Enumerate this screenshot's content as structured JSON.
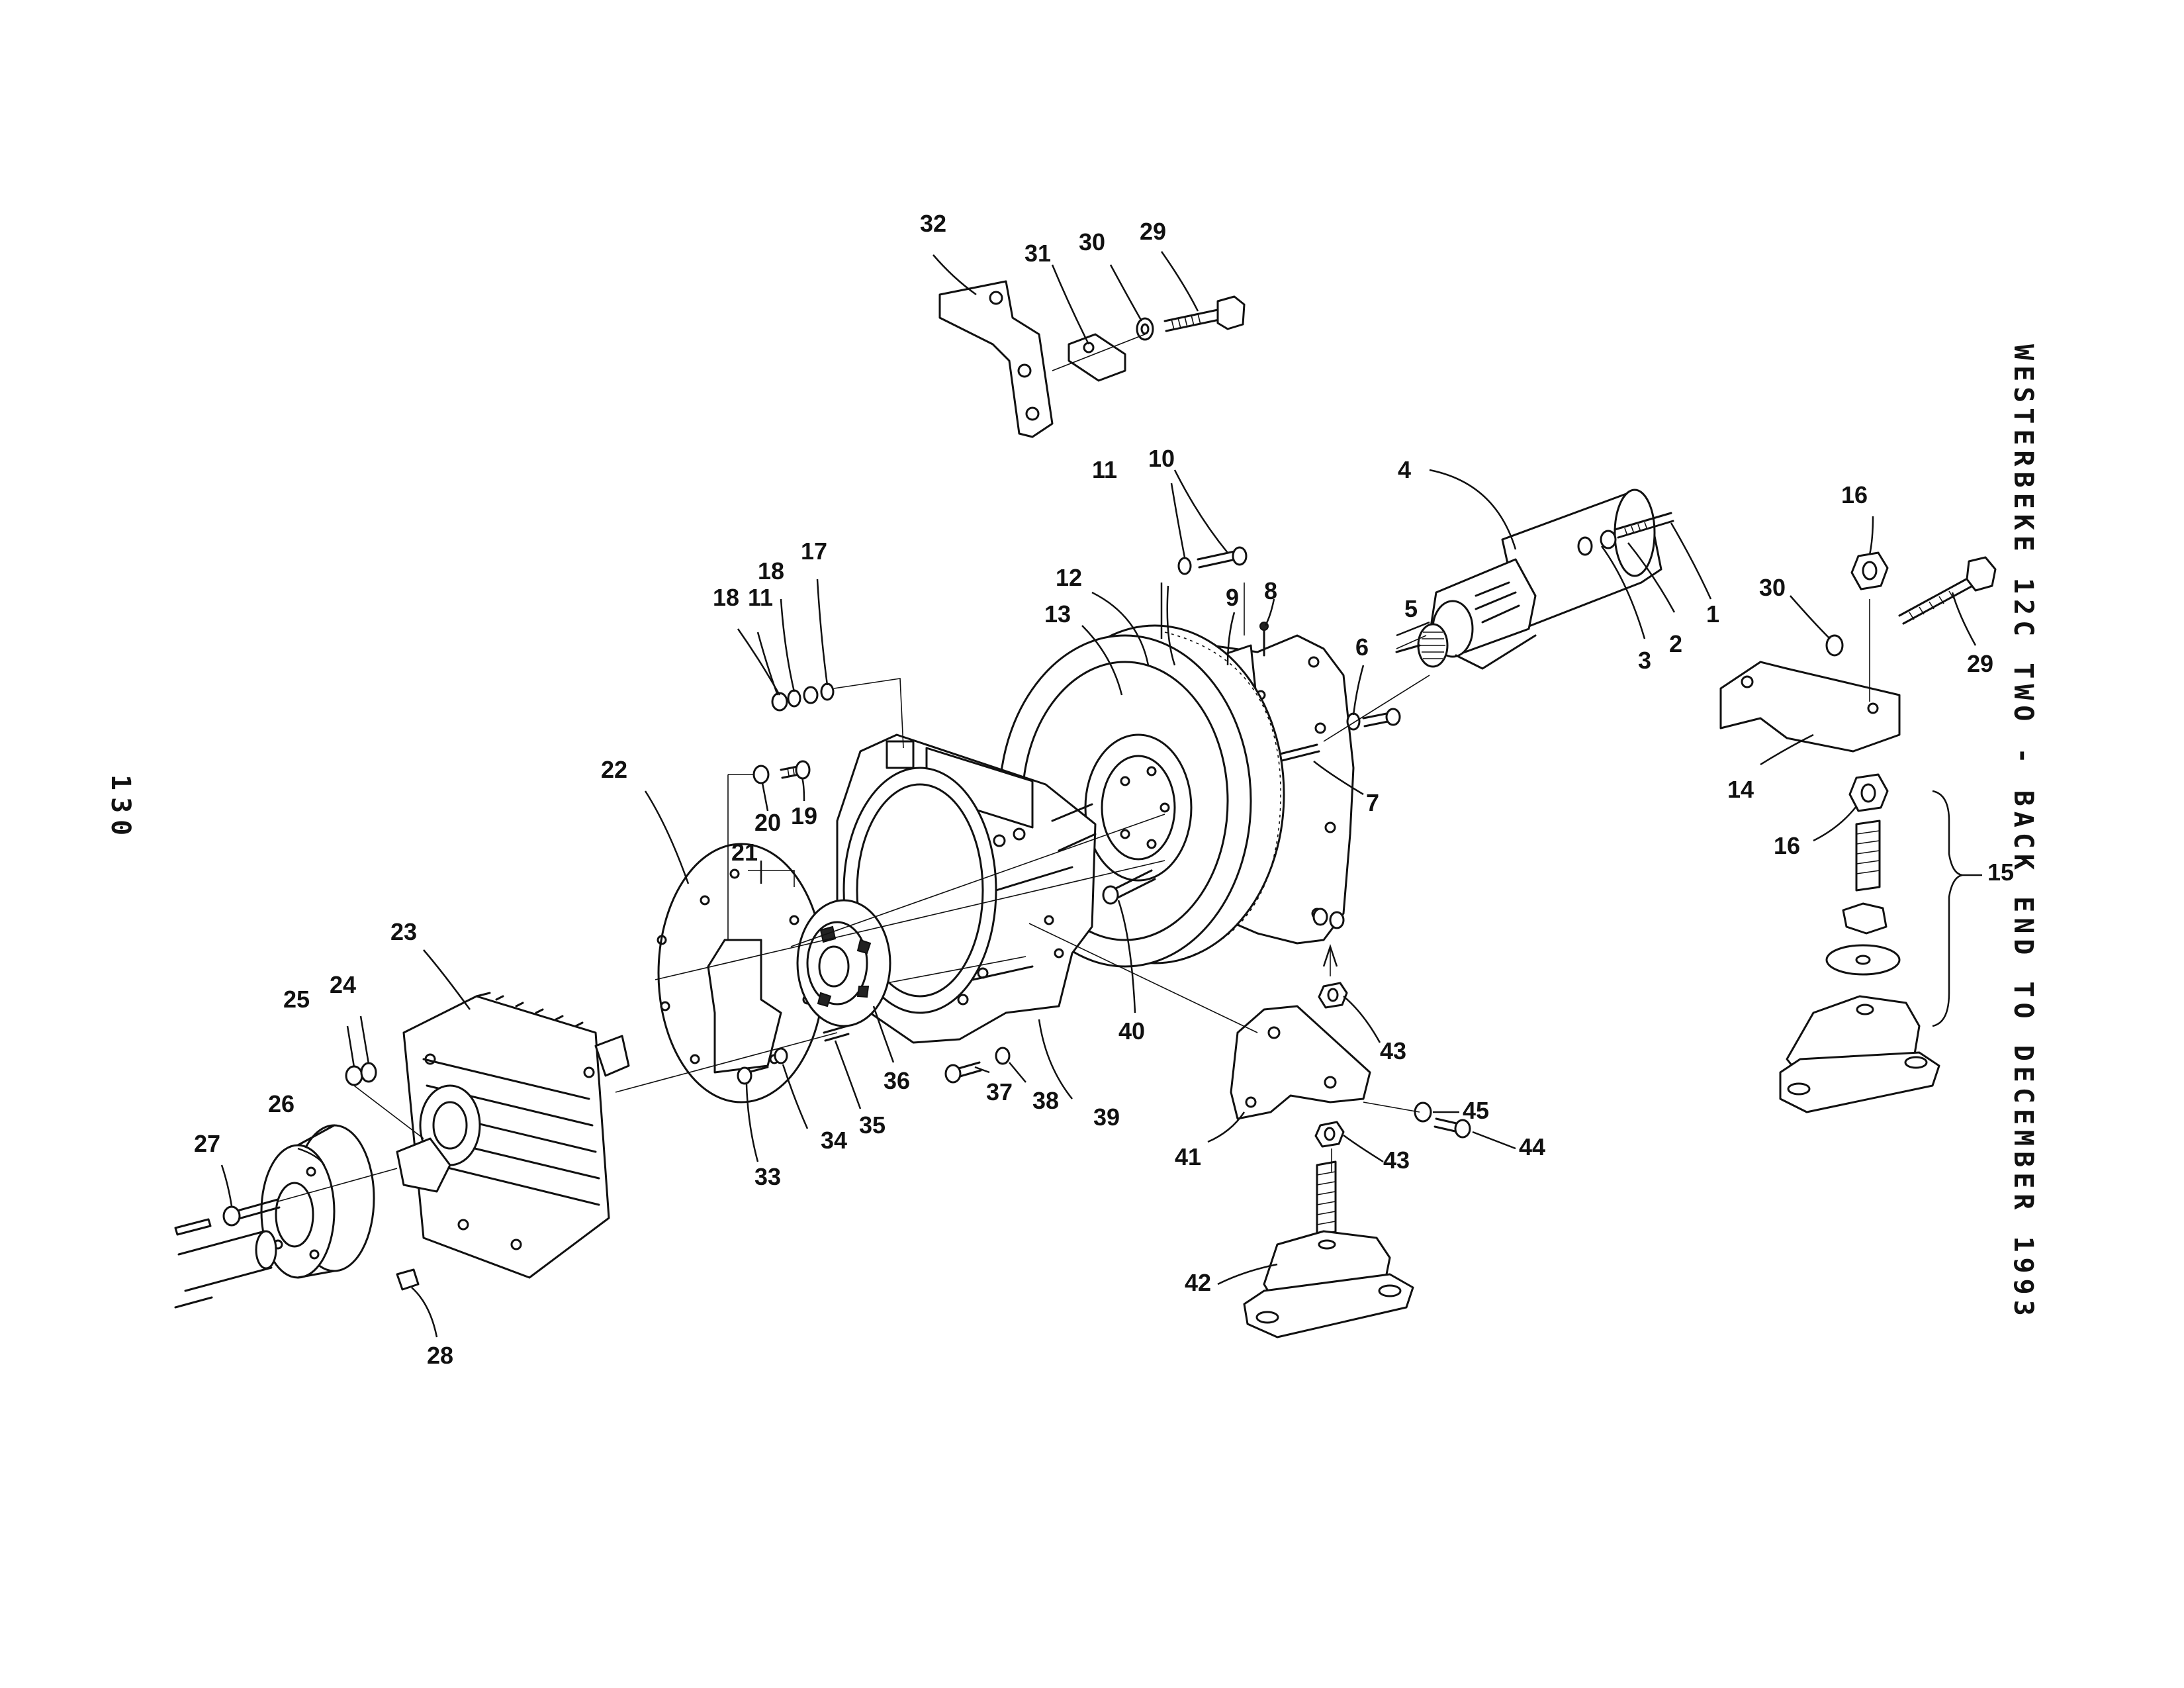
{
  "side_title": "WESTERBEKE 12C TWO - BACK END TO DECEMBER 1993",
  "page_number": "130",
  "callouts": {
    "c1": "1",
    "c2": "2",
    "c3": "3",
    "c4": "4",
    "c5": "5",
    "c6": "6",
    "c7": "7",
    "c8": "8",
    "c9": "9",
    "c10": "10",
    "c11a": "11",
    "c11b": "11",
    "c12": "12",
    "c13": "13",
    "c14": "14",
    "c15": "15",
    "c16a": "16",
    "c16b": "16",
    "c17": "17",
    "c18a": "18",
    "c18b": "18",
    "c19": "19",
    "c20": "20",
    "c21": "21",
    "c22": "22",
    "c23": "23",
    "c24": "24",
    "c25": "25",
    "c26": "26",
    "c27": "27",
    "c28": "28",
    "c29a": "29",
    "c29b": "29",
    "c30a": "30",
    "c30b": "30",
    "c31": "31",
    "c32": "32",
    "c33": "33",
    "c34": "34",
    "c35": "35",
    "c36": "36",
    "c37": "37",
    "c38": "38",
    "c39": "39",
    "c40": "40",
    "c41": "41",
    "c42": "42",
    "c43a": "43",
    "c43b": "43",
    "c44": "44",
    "c45": "45"
  }
}
